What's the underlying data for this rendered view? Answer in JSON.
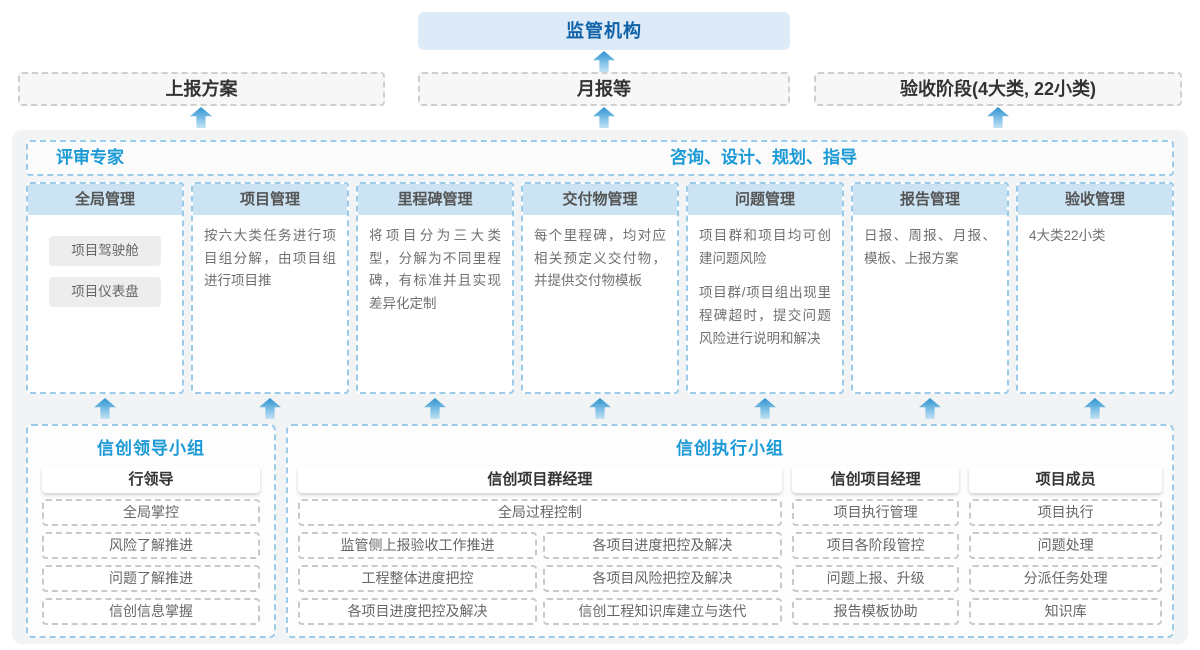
{
  "colors": {
    "accent_blue": "#1b9ad6",
    "dark_blue": "#1062a8",
    "column_header_fill": "#cbe3f2",
    "regulator_fill": "#dcebf7",
    "panel_fill": "#f2f3f4",
    "arrow_gradient_top": "#2f93cf",
    "arrow_gradient_bottom": "#c3e2f4"
  },
  "top": {
    "regulator": "监管机构"
  },
  "report_row": {
    "plan": "上报方案",
    "monthly": "月报等",
    "acceptance": "验收阶段(4大类, 22小类)"
  },
  "panel": {
    "expert": "评审专家",
    "advisory": "咨询、设计、规划、指导",
    "columns": [
      {
        "title": "全局管理",
        "chips": [
          "项目驾驶舱",
          "项目仪表盘"
        ]
      },
      {
        "title": "项目管理",
        "paragraphs": [
          "按六大类任务进行项目组分解，由项目组进行项目推"
        ]
      },
      {
        "title": "里程碑管理",
        "paragraphs": [
          "将项目分为三大类型，分解为不同里程碑，有标准并且实现差异化定制"
        ]
      },
      {
        "title": "交付物管理",
        "paragraphs": [
          "每个里程碑，均对应相关预定义交付物，并提供交付物模板"
        ]
      },
      {
        "title": "问题管理",
        "paragraphs": [
          "项目群和项目均可创建问题风险",
          "项目群/项目组出现里程碑超时，提交问题风险进行说明和解决"
        ]
      },
      {
        "title": "报告管理",
        "paragraphs": [
          "日报、周报、月报、模板、上报方案"
        ]
      },
      {
        "title": "验收管理",
        "paragraphs": [
          "4大类22小类"
        ]
      }
    ]
  },
  "leader_group": {
    "title": "信创领导小组",
    "role": "行领导",
    "items": [
      "全局掌控",
      "风险了解推进",
      "问题了解推进",
      "信创信息掌握"
    ]
  },
  "exec_group": {
    "title": "信创执行小组",
    "program_manager": {
      "role": "信创项目群经理",
      "full_width_item": "全局过程控制",
      "left_items": [
        "监管侧上报验收工作推进",
        "工程整体进度把控",
        "各项目进度把控及解决"
      ],
      "right_items": [
        "各项目进度把控及解决",
        "各项目风险把控及解决",
        "信创工程知识库建立与迭代"
      ]
    },
    "project_manager": {
      "role": "信创项目经理",
      "items": [
        "项目执行管理",
        "项目各阶段管控",
        "问题上报、升级",
        "报告模板协助"
      ]
    },
    "member": {
      "role": "项目成员",
      "items": [
        "项目执行",
        "问题处理",
        "分派任务处理",
        "知识库"
      ]
    }
  }
}
